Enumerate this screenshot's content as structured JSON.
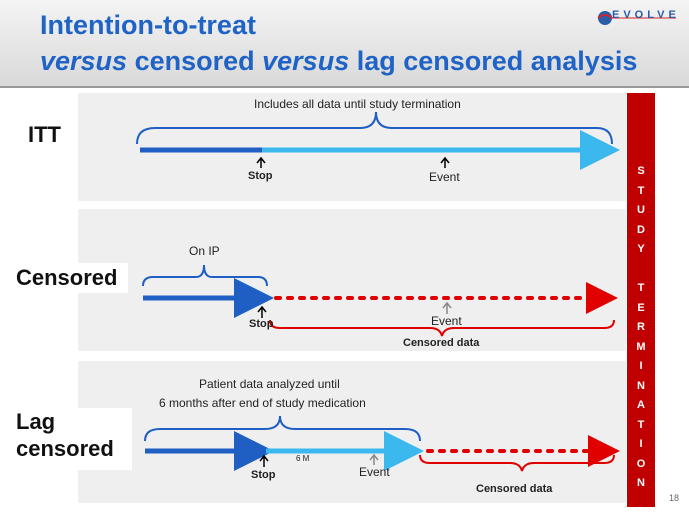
{
  "slide": {
    "title_line1": "Intention-to-treat",
    "title_line2_a": "versus",
    "title_line2_b": " censored ",
    "title_line2_c": "versus",
    "title_line2_d": " lag censored analysis",
    "logo": "EVOLVE",
    "page_number": "18"
  },
  "rows": {
    "itt": {
      "label": "ITT",
      "brace_label": "Includes all data until study termination",
      "stop": "Stop",
      "event": "Event"
    },
    "censored": {
      "label": "Censored",
      "brace_label": "On IP",
      "stop": "Stop",
      "event": "Event",
      "censored_data": "Censored data"
    },
    "lag": {
      "label_line1": "Lag",
      "label_line2": "censored",
      "brace_label_line1": "Patient data analyzed until",
      "brace_label_line2": "6 months after end of study medication",
      "stop": "Stop",
      "lag_period": "6 M",
      "event": "Event",
      "censored_data": "Censored data"
    }
  },
  "termination": {
    "letters": [
      "S",
      "T",
      "U",
      "D",
      "Y",
      "",
      "T",
      "E",
      "R",
      "M",
      "I",
      "N",
      "A",
      "T",
      "I",
      "O",
      "N"
    ]
  },
  "colors": {
    "title_blue": "#1f63c6",
    "dark_blue": "#1f5fc4",
    "light_blue": "#3bb8ee",
    "red": "#e00000",
    "termination_red": "#c00000"
  }
}
